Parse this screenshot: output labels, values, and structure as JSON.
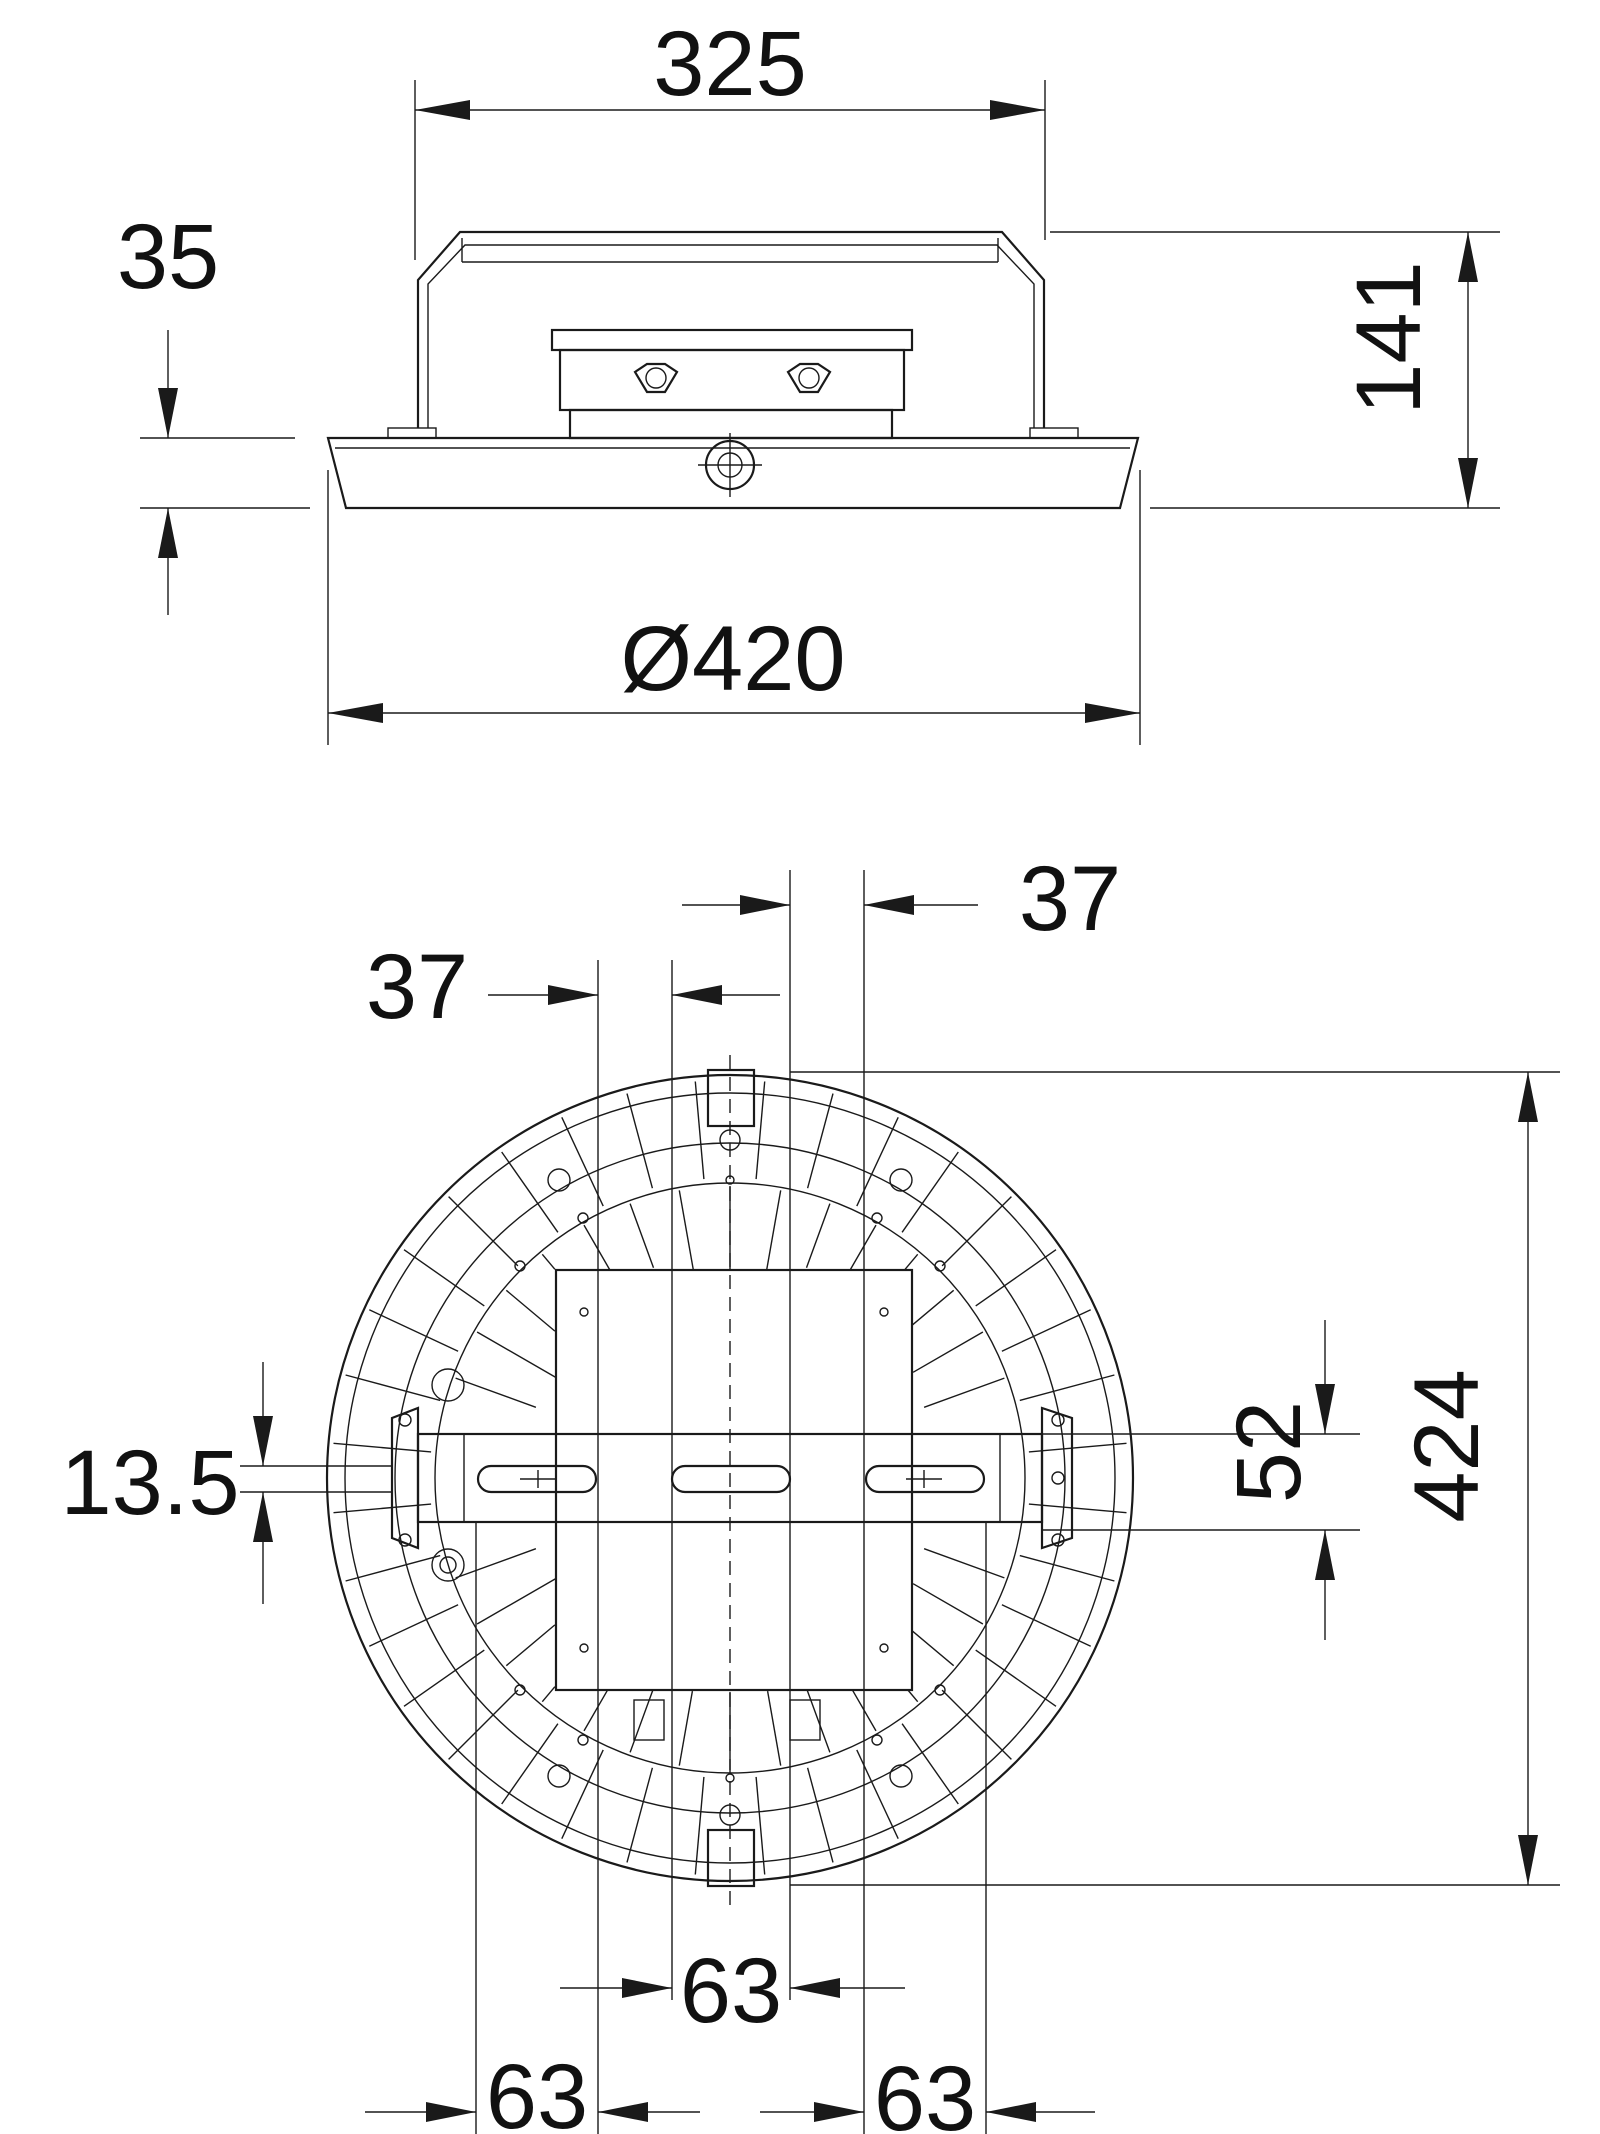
{
  "drawing": {
    "side_view": {
      "dim_width_top": "325",
      "dim_height_left": "35",
      "dim_height_right": "141",
      "dim_diameter": "Ø420"
    },
    "bottom_view": {
      "dim_slot_top_right": "37",
      "dim_slot_top_left": "37",
      "dim_slot_height": "13.5",
      "dim_bracket_height": "52",
      "dim_total_height": "424",
      "dim_center_spacing": "63",
      "dim_left_spacing": "63",
      "dim_right_spacing": "63"
    },
    "colors": {
      "line": "#1a1a1a",
      "background": "#ffffff"
    }
  }
}
